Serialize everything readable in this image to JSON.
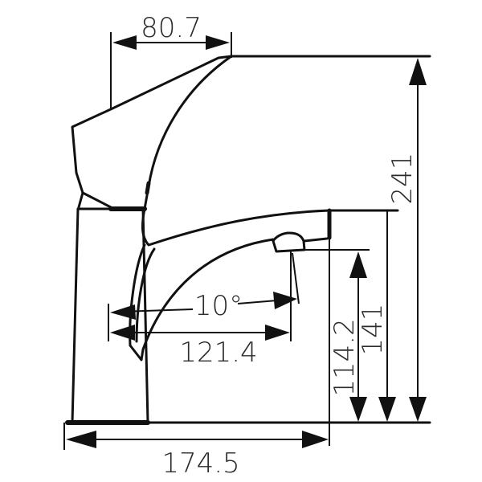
{
  "drawing": {
    "subject": "single-lever basin faucet side view",
    "units": "mm",
    "line_color": "#111111",
    "text_color": "#2b2b2b",
    "background": "#ffffff"
  },
  "dimensions": {
    "handle_reach": {
      "label": "80.7",
      "orientation": "horizontal"
    },
    "overall_height": {
      "label": "241",
      "orientation": "vertical"
    },
    "spout_height": {
      "label": "141",
      "orientation": "vertical"
    },
    "aerator_height": {
      "label": "114.2",
      "orientation": "vertical"
    },
    "spout_angle": {
      "label": "10°",
      "orientation": "angular"
    },
    "spout_reach": {
      "label": "121.4",
      "orientation": "horizontal"
    },
    "overall_depth": {
      "label": "174.5",
      "orientation": "horizontal"
    }
  }
}
